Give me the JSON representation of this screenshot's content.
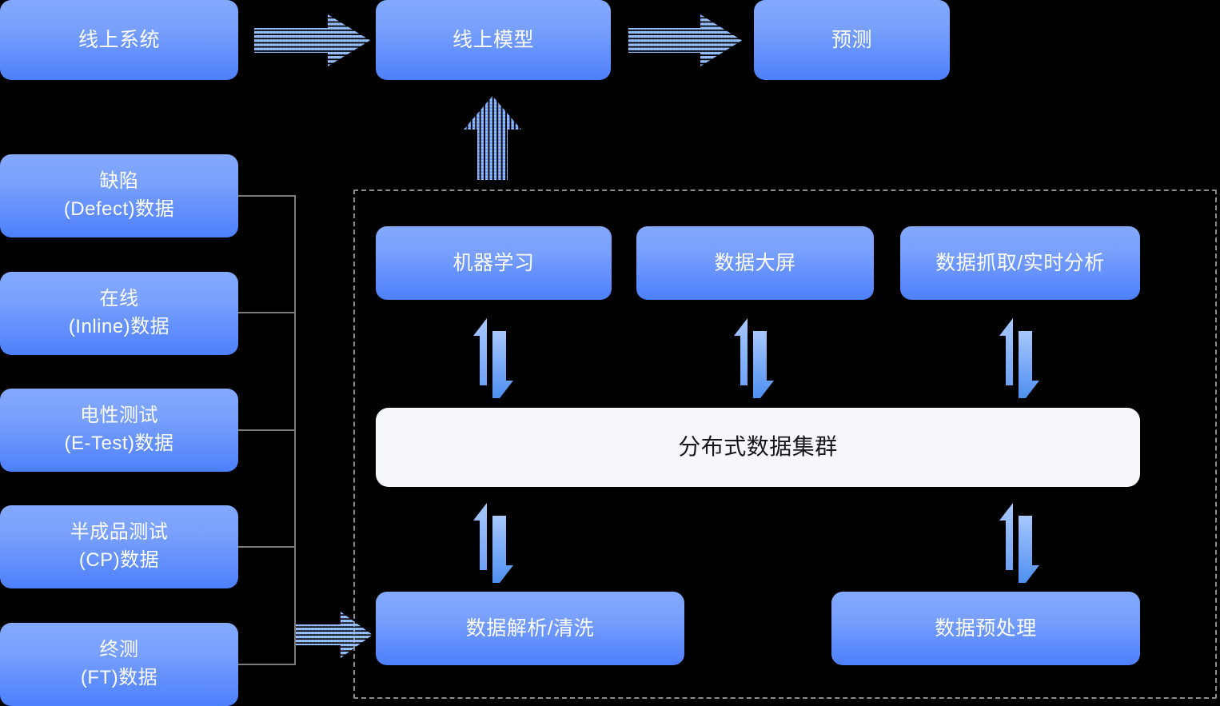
{
  "diagram": {
    "title_flow": {
      "online_system": "线上系统",
      "online_model": "线上模型",
      "prediction": "预测"
    },
    "data_sources": [
      {
        "line1": "缺陷",
        "line2": "(Defect)数据"
      },
      {
        "line1": "在线",
        "line2": "(Inline)数据"
      },
      {
        "line1": "电性测试",
        "line2": "(E-Test)数据"
      },
      {
        "line1": "半成品测试",
        "line2": "(CP)数据"
      },
      {
        "line1": "终测",
        "line2": "(FT)数据"
      }
    ],
    "platform": {
      "top_row": [
        {
          "label": "机器学习"
        },
        {
          "label": "数据大屏"
        },
        {
          "label": "数据抓取/实时分析"
        }
      ],
      "cluster": {
        "label": "分布式数据集群"
      },
      "bottom_row": [
        {
          "label": "数据解析/清洗"
        },
        {
          "label": "数据预处理"
        }
      ]
    },
    "arrows": {
      "source_to_platform": "striped-right-arrow",
      "system_to_model": "striped-right-arrow",
      "model_to_prediction": "striped-right-arrow",
      "platform_to_model": "striped-up-arrow",
      "bidirectional": "up-down-arrow-pair"
    },
    "colors": {
      "card_top": "#84A9FD",
      "card_bottom": "#4D80FC",
      "cluster_bg": "#F7F8FB",
      "cluster_text": "#16181D",
      "arrow_light": "#A8C8FE",
      "arrow_dark": "#4E8FF0",
      "dashed_border": "#8C8C8C",
      "bracket_line": "#7B7B7B",
      "background": "#000000"
    }
  }
}
